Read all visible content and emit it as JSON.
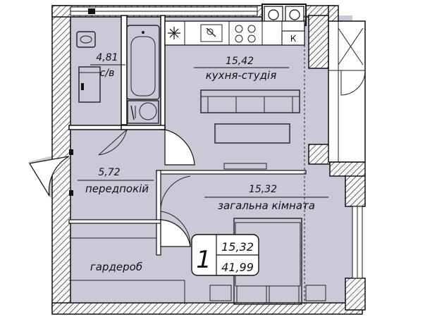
{
  "colors": {
    "floor": "#c9c9d8",
    "wall": "#111111",
    "hatch": "#111111",
    "background": "#ffffff"
  },
  "rooms": {
    "bathroom": {
      "area": "4,81",
      "name": "с/в"
    },
    "kitchen": {
      "area": "15,42",
      "name": "кухня-студія"
    },
    "hallway": {
      "area": "5,72",
      "name": "передпокій"
    },
    "living": {
      "area": "15,32",
      "name": "загальна кімната"
    },
    "wardrobe": {
      "name": "гардероб"
    }
  },
  "summary": {
    "rooms_count": "1",
    "living_area": "15,32",
    "total_area": "41,99"
  },
  "icons": {
    "kitchen_k": "К",
    "fridge": "snowflake-icon"
  }
}
